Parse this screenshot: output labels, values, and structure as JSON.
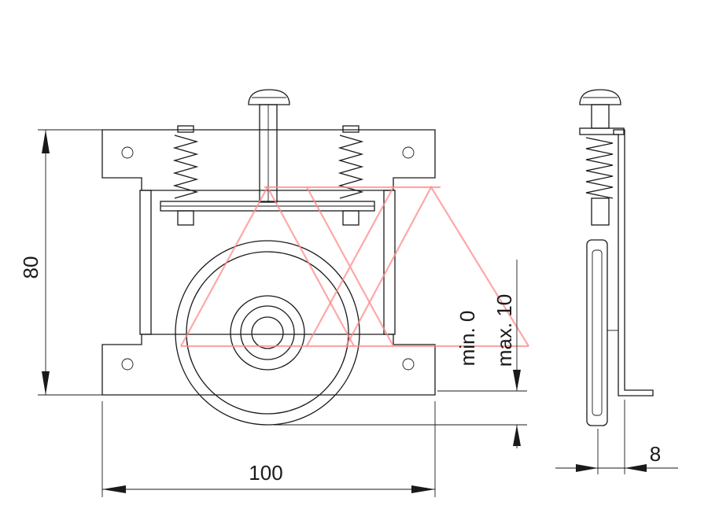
{
  "dimensions": {
    "height_label": "80",
    "width_label": "100",
    "adjust_min_label": "min. 0",
    "adjust_max_label": "max. 10",
    "thickness_label": "8"
  },
  "colors": {
    "line": "#1a1a1a",
    "watermark": "#ff8a8a",
    "background": "#ffffff"
  },
  "watermark_icon": "ax-logo-watermark"
}
